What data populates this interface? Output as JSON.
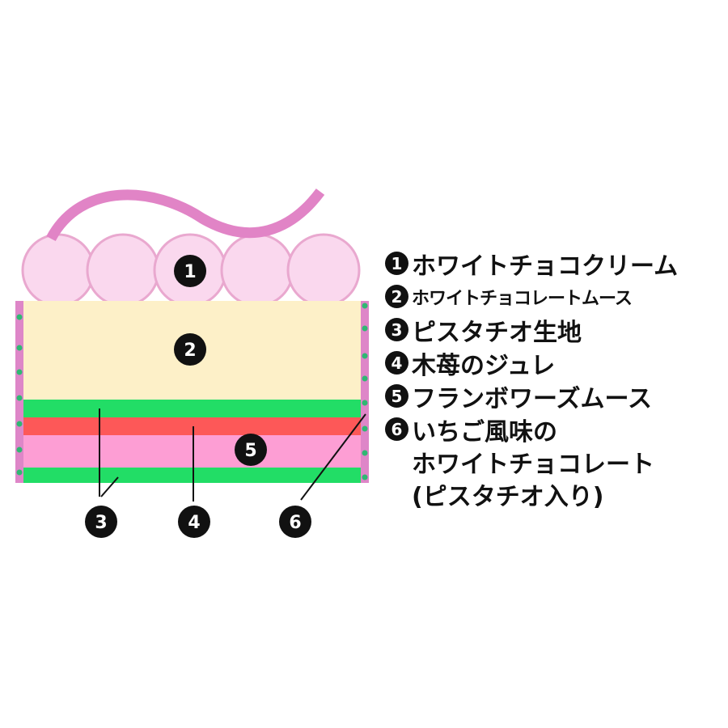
{
  "legend": [
    {
      "number": "1",
      "label": "ホワイトチョコクリーム"
    },
    {
      "number": "2",
      "label": "ホワイトチョコレートムース"
    },
    {
      "number": "3",
      "label": "ピスタチオ生地"
    },
    {
      "number": "4",
      "label": "木苺のジュレ"
    },
    {
      "number": "5",
      "label": "フランボワーズムース"
    },
    {
      "number": "6",
      "label": "いちご風味の"
    }
  ],
  "legend_continuation": [
    "ホワイトチョコレート",
    "(ピスタチオ入り)"
  ],
  "in_layer_numbers": [
    "1",
    "2",
    "5"
  ],
  "callout_numbers": [
    "3",
    "4",
    "6"
  ],
  "colors": {
    "cream": "#fad8ee",
    "cream_outline": "#e9a8cf",
    "ribbon": "#e184c6",
    "mousse": "#fdf0c8",
    "pistachio": "#22dd66",
    "raspberry_jelly": "#fd5858",
    "framboise_mousse": "#fd9ed4",
    "side_coating": "#de86c8",
    "dots": "#2fb873"
  }
}
